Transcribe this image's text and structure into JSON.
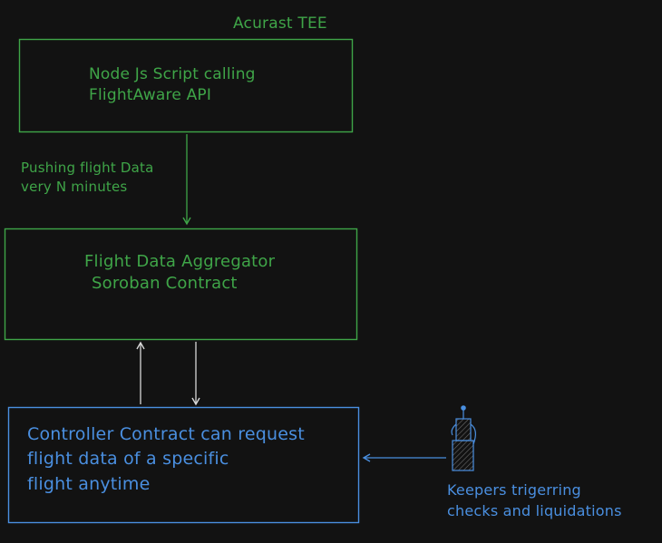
{
  "diagram": {
    "tee_label": "Acurast TEE",
    "node_script": {
      "line1": "Node Js Script calling",
      "line2": "FlightAware API"
    },
    "push_edge": {
      "line1": "Pushing flight Data",
      "line2": "very N minutes"
    },
    "aggregator": {
      "line1": "Flight Data Aggregator",
      "line2": "Soroban Contract"
    },
    "controller": {
      "line1": "Controller Contract can request",
      "line2": "flight data of a specific",
      "line3": "flight anytime"
    },
    "keepers": {
      "icon": "robot-icon",
      "line1": "Keepers trigerring",
      "line2": "checks and liquidations"
    },
    "colors": {
      "background": "#121212",
      "green": "#3fa548",
      "blue": "#4a8fe0",
      "arrow_white": "#d8d8d8"
    }
  }
}
